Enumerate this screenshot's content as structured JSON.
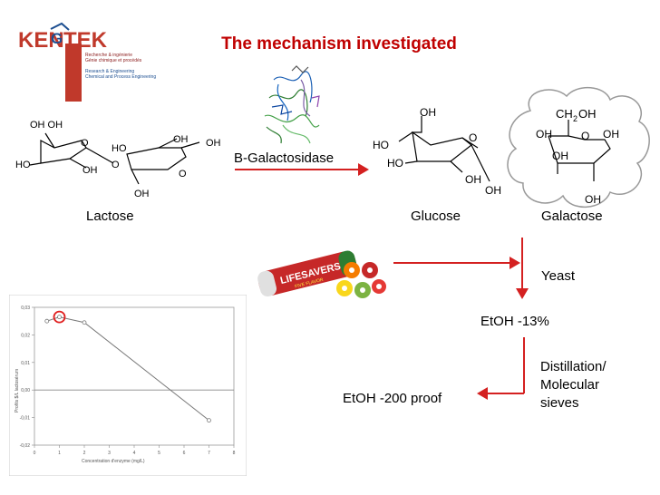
{
  "logo": {
    "wordmark_left": "KEN",
    "wordmark_mid": "G",
    "wordmark_right": "TEK",
    "fr_line1": "Recherche & ingénierie",
    "fr_line2": "Génie chimique et procédés",
    "en_line1": "Research & Engineering",
    "en_line2": "Chemical and Process Engineering",
    "colors": {
      "red": "#c0392b",
      "blue": "#1d4f91"
    }
  },
  "title": "The mechanism investigated",
  "molecules": {
    "lactose": "Lactose",
    "glucose": "Glucose",
    "galactose": "Galactose"
  },
  "enzyme": "B-Galactosidase",
  "steps": {
    "yeast": "Yeast",
    "etoh13": "EtOH -13%",
    "distillation_line1": "Distillation/",
    "distillation_line2": "Molecular",
    "distillation_line3": "sieves",
    "etoh200": "EtOH -200 proof"
  },
  "candy": {
    "brand": "LIFESAVERS",
    "sub": "FIVE FLAVOR"
  },
  "colors": {
    "accent_red": "#d42020",
    "title_red": "#c00000"
  },
  "chart_data": {
    "type": "line",
    "xlabel": "Concentration d'enzyme (mg/L)",
    "ylabel": "Profits $/L lactosérum",
    "xlim": [
      0,
      8
    ],
    "ylim": [
      -0.02,
      0.03
    ],
    "xticks": [
      "0",
      "1",
      "2",
      "3",
      "4",
      "5",
      "6",
      "7",
      "8"
    ],
    "yticks": [
      "0,03",
      "0,02",
      "0,01",
      "0,00",
      "-0,01",
      "-0,02"
    ],
    "yticks_values": [
      0.03,
      0.02,
      0.01,
      0.0,
      -0.01,
      -0.02
    ],
    "series": [
      {
        "x": [
          0.5,
          1,
          2,
          7
        ],
        "y": [
          0.025,
          0.0265,
          0.0245,
          -0.011
        ]
      }
    ],
    "highlight_index": 1,
    "grid": false
  }
}
